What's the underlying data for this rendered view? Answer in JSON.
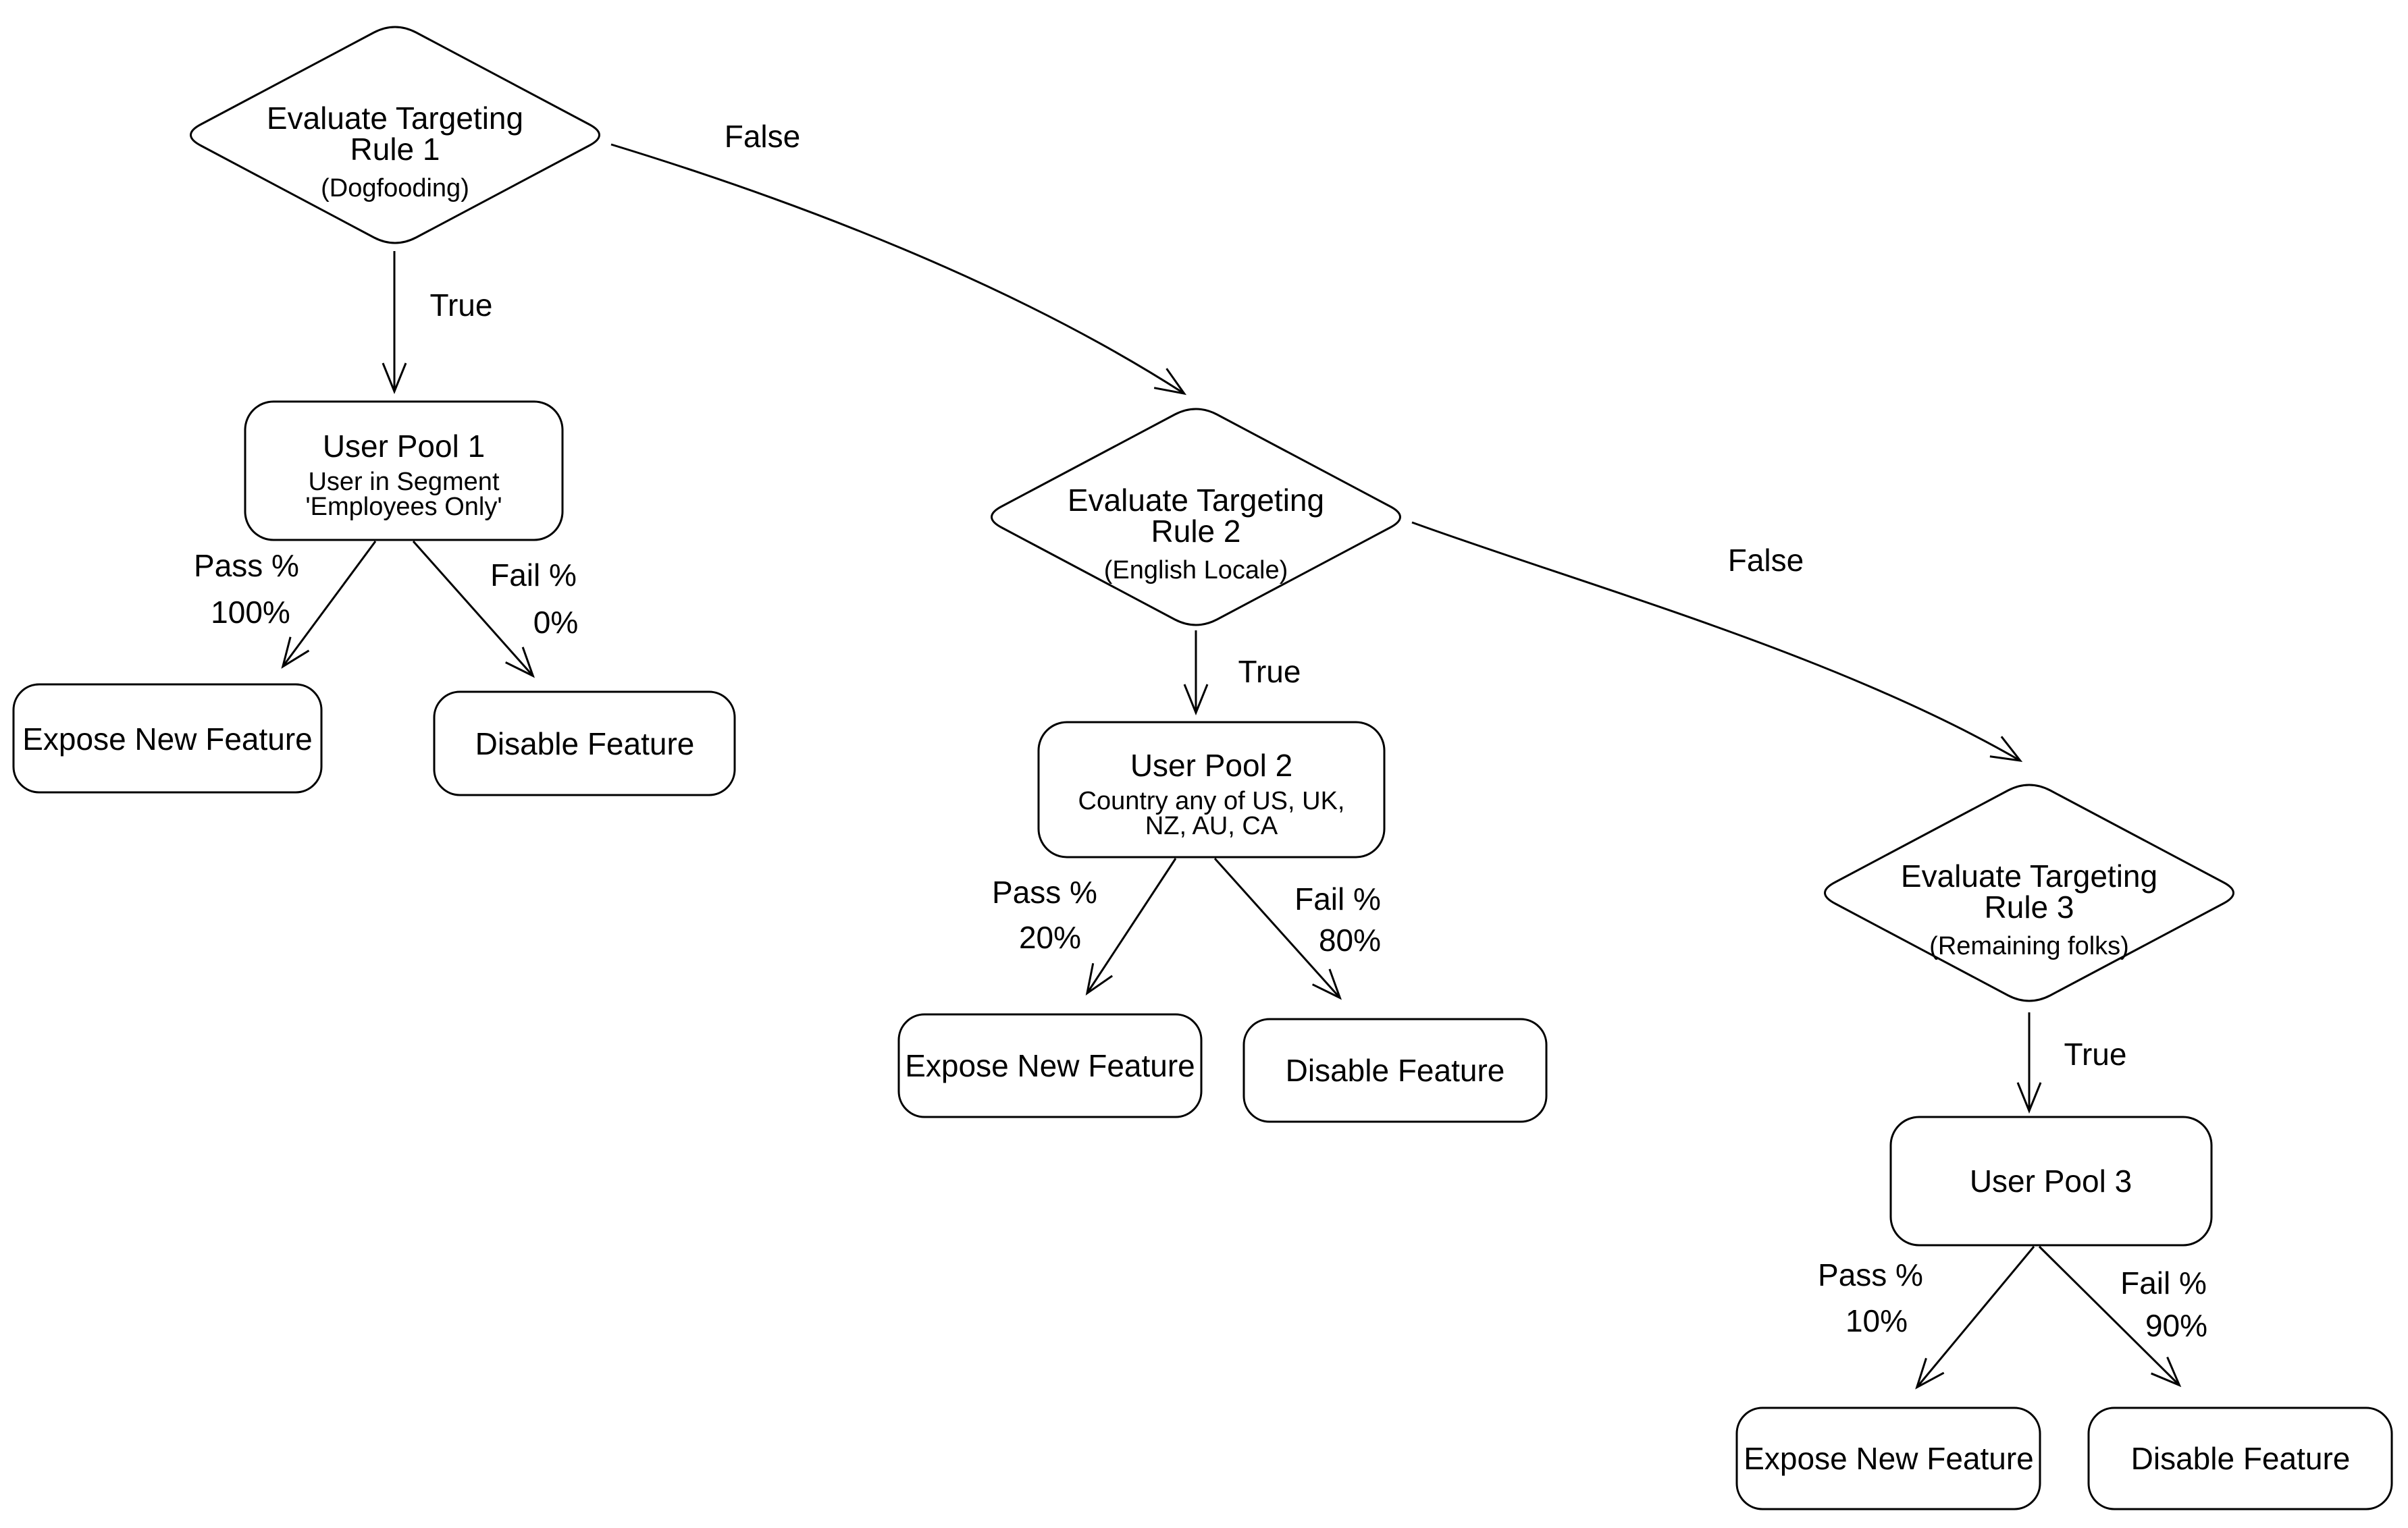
{
  "colors": {
    "background": "#ffffff",
    "stroke": "#000000",
    "text": "#000000"
  },
  "nodes": {
    "rule1": {
      "line1": "Evaluate Targeting",
      "line2": "Rule 1",
      "note": "(Dogfooding)"
    },
    "pool1": {
      "title": "User Pool 1",
      "sub1": "User in Segment",
      "sub2": "'Employees Only'"
    },
    "expose1": {
      "label": "Expose New Feature"
    },
    "disable1": {
      "label": "Disable Feature"
    },
    "rule2": {
      "line1": "Evaluate Targeting",
      "line2": "Rule 2",
      "note": "(English Locale)"
    },
    "pool2": {
      "title": "User Pool 2",
      "sub1": "Country any of US, UK,",
      "sub2": "NZ, AU, CA"
    },
    "expose2": {
      "label": "Expose New Feature"
    },
    "disable2": {
      "label": "Disable Feature"
    },
    "rule3": {
      "line1": "Evaluate Targeting",
      "line2": "Rule 3",
      "note": "(Remaining folks)"
    },
    "pool3": {
      "title": "User Pool 3"
    },
    "expose3": {
      "label": "Expose New Feature"
    },
    "disable3": {
      "label": "Disable Feature"
    }
  },
  "edges": {
    "rule1_true": "True",
    "rule1_false": "False",
    "rule2_true": "True",
    "rule2_false": "False",
    "rule3_true": "True",
    "pool1_pass_label": "Pass %",
    "pool1_pass_value": "100%",
    "pool1_fail_label": "Fail %",
    "pool1_fail_value": "0%",
    "pool2_pass_label": "Pass %",
    "pool2_pass_value": "20%",
    "pool2_fail_label": "Fail %",
    "pool2_fail_value": "80%",
    "pool3_pass_label": "Pass %",
    "pool3_pass_value": "10%",
    "pool3_fail_label": "Fail %",
    "pool3_fail_value": "90%"
  }
}
